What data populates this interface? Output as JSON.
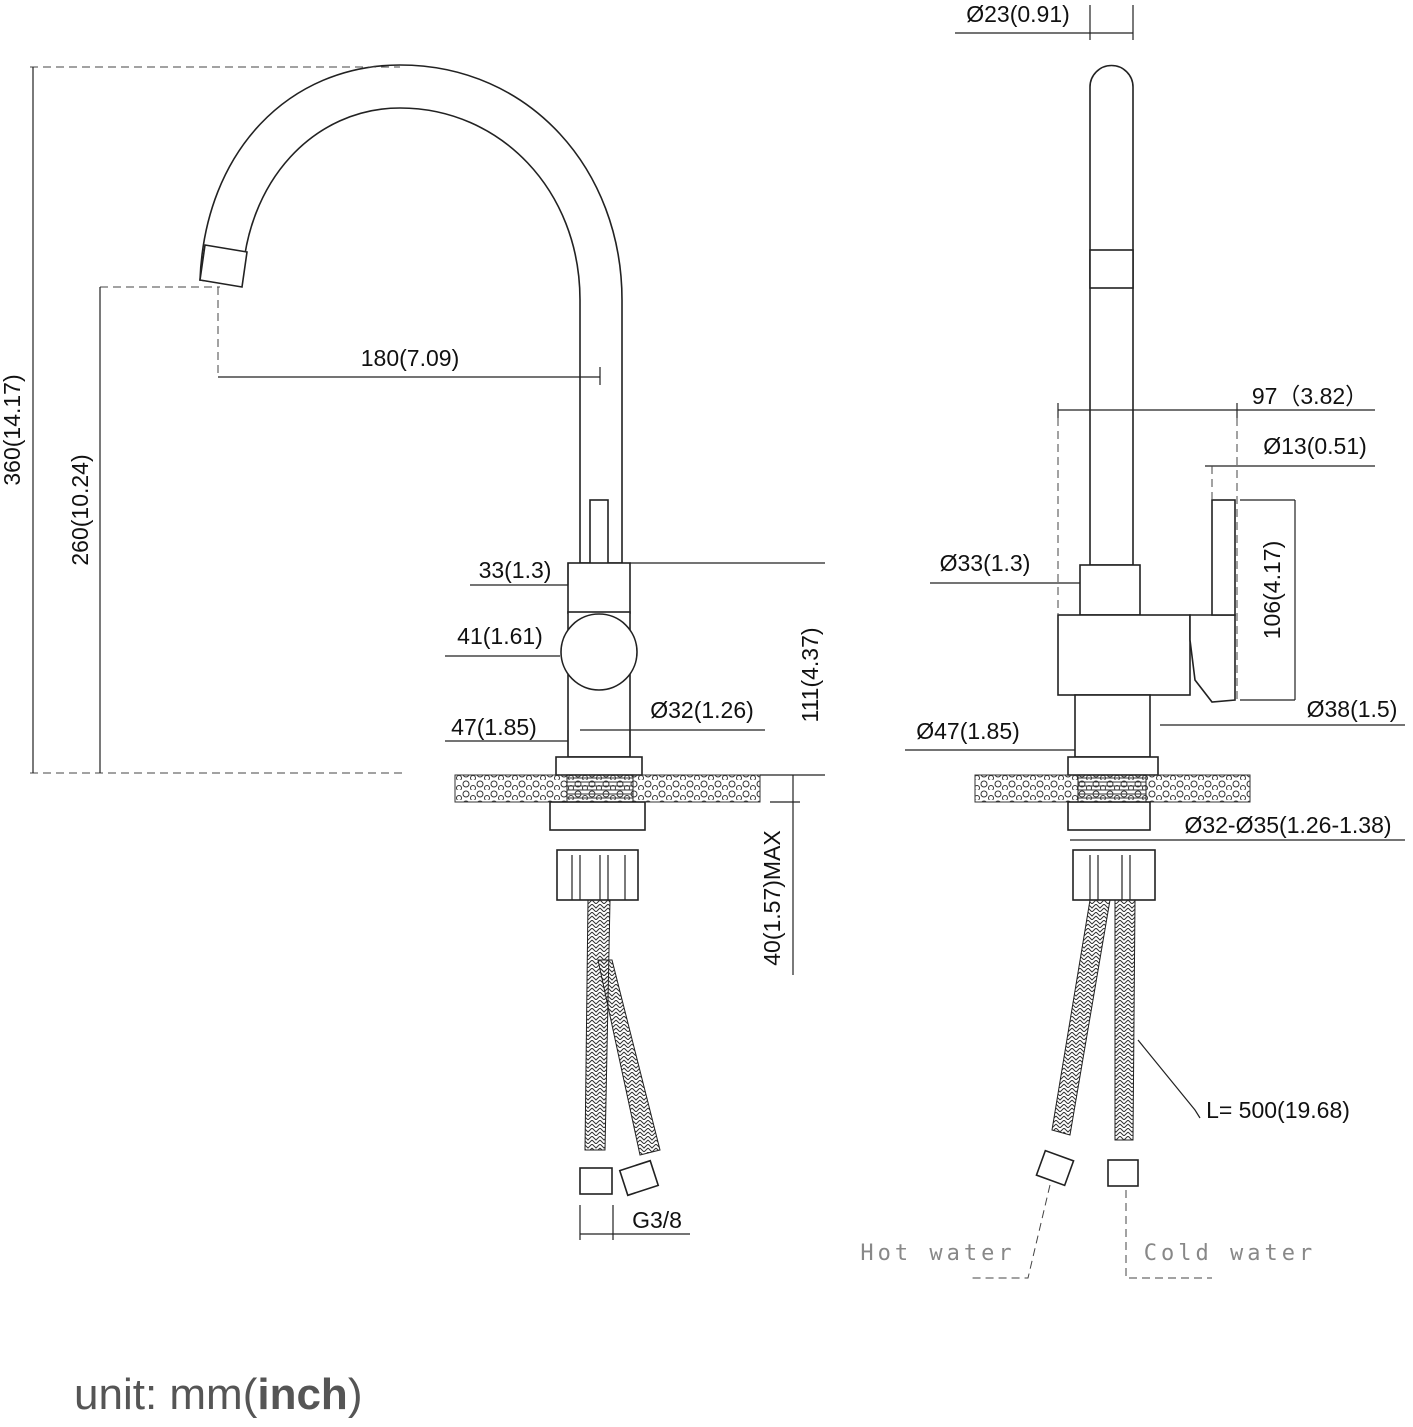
{
  "front_view": {
    "total_height": "360(14.17)",
    "spout_height": "260(10.24)",
    "reach": "180(7.09)",
    "upper_body_width": "33(1.3)",
    "ball_width": "41(1.61)",
    "base_width": "47(1.85)",
    "shank_diameter": "Ø32(1.26)",
    "body_height": "111(4.37)",
    "max_counter_thickness": "40(1.57)MAX",
    "connector_thread": "G3/8"
  },
  "side_view": {
    "spout_diameter": "Ø23(0.91)",
    "depth": "97（3.82）",
    "handle_diameter": "Ø13(0.51)",
    "handle_height": "106(4.17)",
    "upper_body_diameter": "Ø33(1.3)",
    "handle_base_diameter": "Ø38(1.5)",
    "base_diameter": "Ø47(1.85)",
    "hole_diameter": "Ø32-Ø35(1.26-1.38)",
    "hose_length": "L= 500(19.68)",
    "hot_water": "Hot water",
    "cold_water": "Cold water"
  },
  "unit_note": {
    "prefix": "unit: mm(",
    "unit": "inch",
    "suffix": ")"
  }
}
